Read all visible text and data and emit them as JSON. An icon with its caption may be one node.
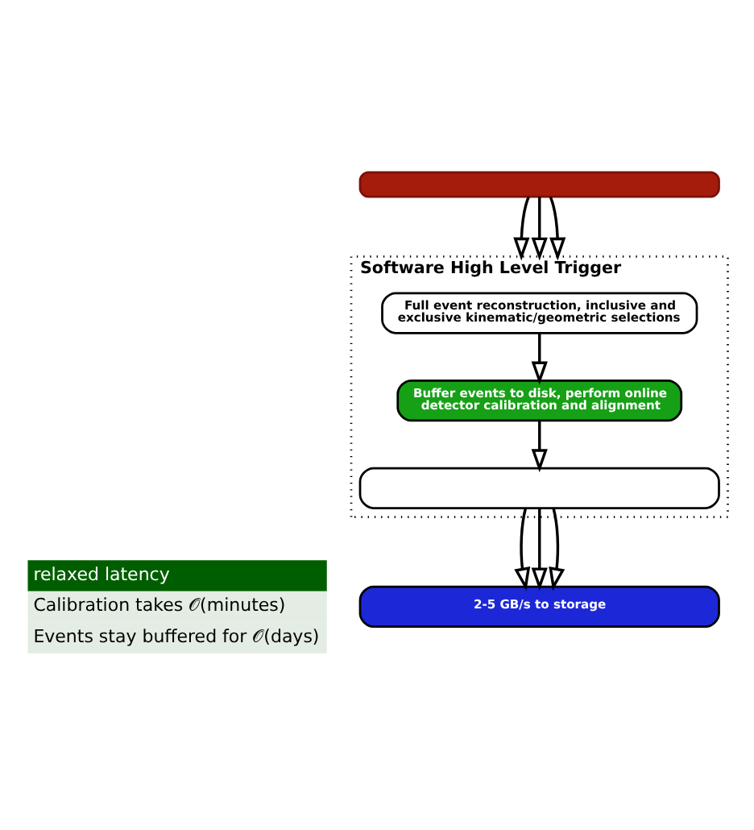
{
  "diagram": {
    "nodes": [
      {
        "text": [],
        "shape": "box"
      },
      {
        "text": [
          "Software High Level Trigger"
        ]
      },
      {
        "text": [
          "Full event reconstruction, inclusive and exclusive kinematic/geometric selections"
        ],
        "in": 1
      },
      {
        "text": [
          "Buffer events to disk, perform online detector calibration and alignment"
        ],
        "in": 1
      },
      {
        "text": [],
        "shape": "box",
        "in": 1
      },
      {
        "text": [
          "relaxed latency",
          "Calibration takes 𝒪(minutes)",
          "Events stay buffered for 𝒪(days)"
        ]
      },
      {
        "text": [
          "2-5 GB/s to storage"
        ]
      }
    ],
    "edges": [
      {
        "from": 0,
        "to": 1,
        "arrow": "to"
      },
      {
        "from": 0,
        "to": 1,
        "arrow": "to"
      },
      {
        "from": 0,
        "to": 1,
        "arrow": "to"
      },
      {
        "from": 2,
        "to": 3,
        "arrow": "to"
      },
      {
        "from": 3,
        "to": 4,
        "arrow": "to"
      },
      {
        "from": 4,
        "to": 6,
        "arrow": "to"
      },
      {
        "from": 4,
        "to": 6,
        "arrow": "to"
      },
      {
        "from": 4,
        "to": 6,
        "arrow": "to"
      }
    ]
  }
}
